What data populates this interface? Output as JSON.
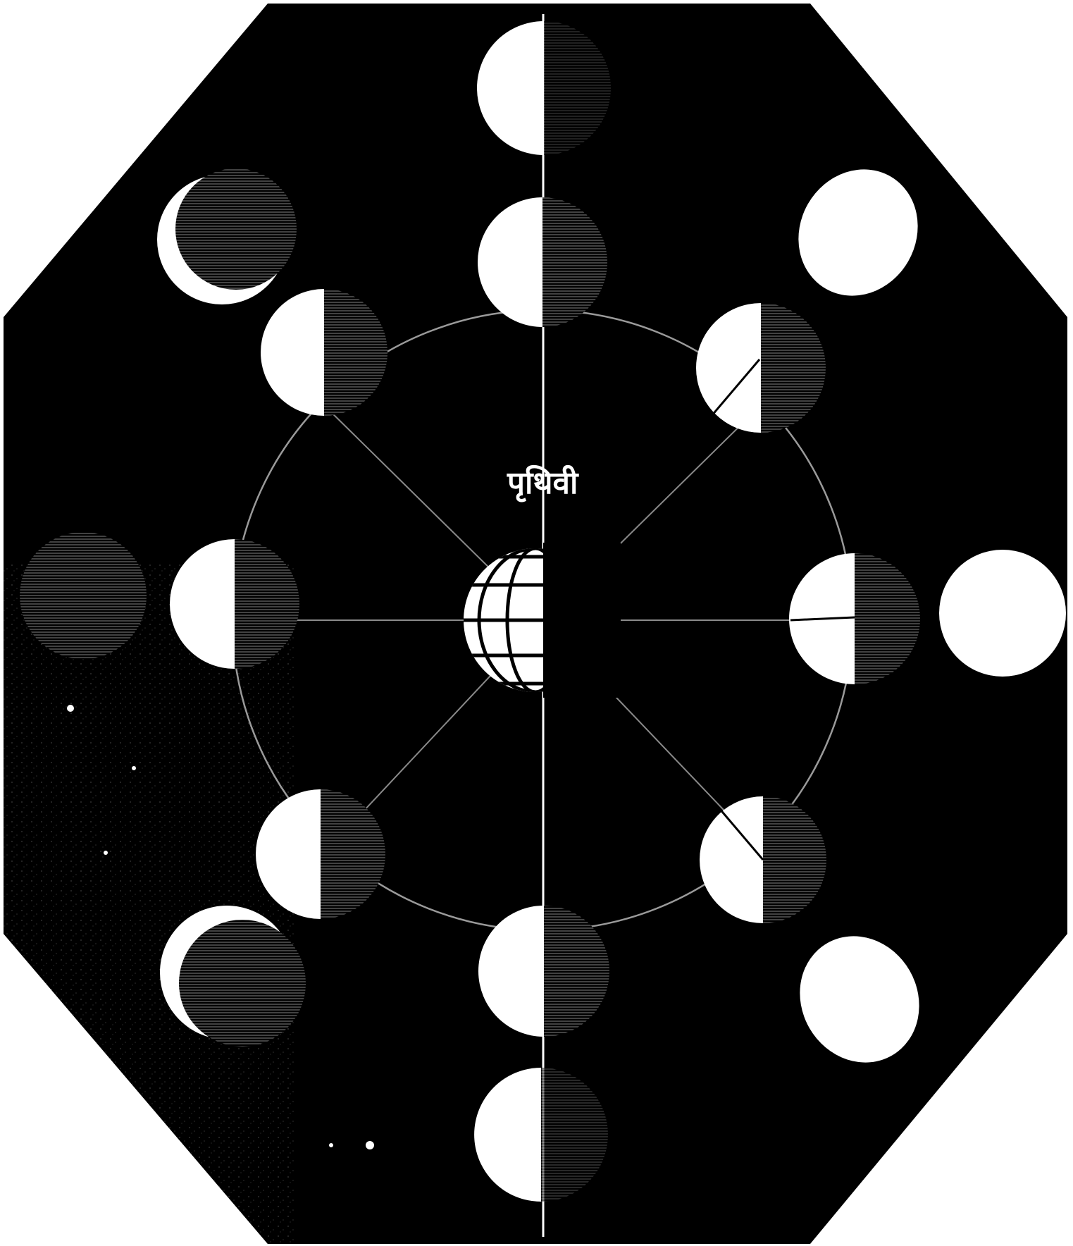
{
  "figure": {
    "background_color": "#000000",
    "light_color": "#ffffff",
    "shadow_texture_color": "#6e6e6e",
    "earth_label": "पृथिवी"
  },
  "moon_phases": {
    "inner_ring": [
      "half-lit",
      "half-lit",
      "half-lit",
      "half-lit",
      "half-lit",
      "half-lit",
      "half-lit",
      "half-lit"
    ],
    "outer_ring": [
      "waxing-crescent",
      "first-quarter",
      "waxing-gibbous",
      "full-moon",
      "waning-gibbous",
      "last-quarter",
      "waning-crescent",
      "new-moon"
    ]
  }
}
